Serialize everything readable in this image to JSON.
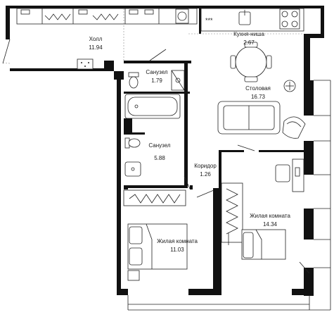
{
  "rooms": {
    "hall": {
      "name": "Холл",
      "area": "11.94"
    },
    "bath1": {
      "name": "Санузел",
      "area": "1.79"
    },
    "kitchen": {
      "name": "Кухня-ниша",
      "area": "2.67"
    },
    "dining": {
      "name": "Столовая",
      "area": "16.73"
    },
    "bath2": {
      "name": "Санузел",
      "area": "5.88"
    },
    "corridor": {
      "name": "Коридор",
      "area": "1.26"
    },
    "bedroom1": {
      "name": "Жилая комната",
      "area": "11.03"
    },
    "bedroom2": {
      "name": "Жилая комната",
      "area": "14.34"
    }
  },
  "icons": {
    "stove": "hob-icon",
    "sink": "sink-icon",
    "washer": "washing-machine-icon",
    "shower": "shower-icon",
    "toilet": "toilet-icon",
    "bathtub": "bathtub-icon",
    "sofa": "sofa-icon",
    "bed": "bed-icon",
    "table": "dining-table-icon",
    "desk": "desk-icon",
    "armchair": "armchair-icon",
    "panel": "electric-panel-icon",
    "wardrobe": "wardrobe-icon",
    "radiator": "radiator-icon"
  },
  "colors": {
    "wall": "#111111",
    "line": "#222222",
    "background": "#ffffff"
  }
}
